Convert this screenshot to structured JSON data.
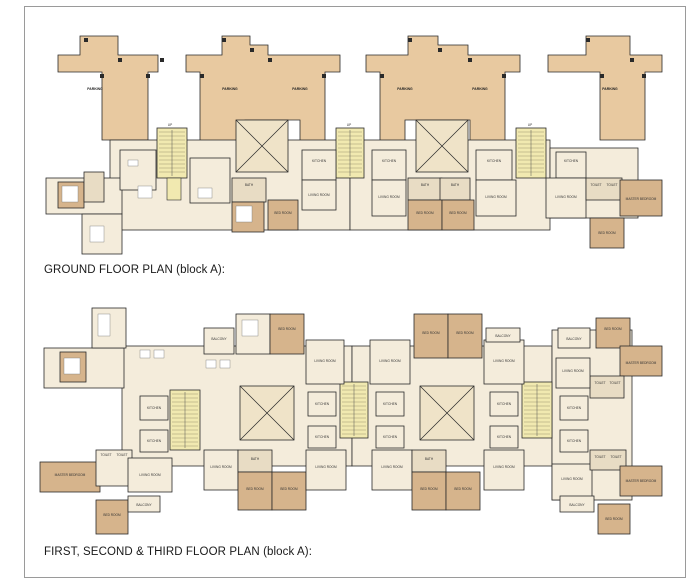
{
  "plans": [
    {
      "caption": "GROUND FLOOR PLAN (block A):",
      "labels": {
        "parking": "PARKING",
        "kitchen": "KITCHEN",
        "living_room": "LIVING ROOM",
        "bed_room": "BED ROOM",
        "bath": "BATH",
        "toilet": "TOILET",
        "master_bedroom": "MASTER BEDROOM",
        "up": "UP"
      }
    },
    {
      "caption": "FIRST, SECOND & THIRD FLOOR PLAN (block A):",
      "labels": {
        "balcony": "BALCONY",
        "bed_room": "BED ROOM",
        "living_room": "LIVING ROOM",
        "kitchen": "KITCHEN",
        "toilet": "TOILET",
        "bath": "BATH",
        "master_bedroom": "MASTER BEDROOM"
      }
    }
  ],
  "colors": {
    "parking": "#e8c9a0",
    "bedroom": "#d6b48c",
    "floor": "#f4ecdb",
    "stair": "#f1e9b0",
    "core": "#efe3c8",
    "wall": "#2a2a2a"
  }
}
